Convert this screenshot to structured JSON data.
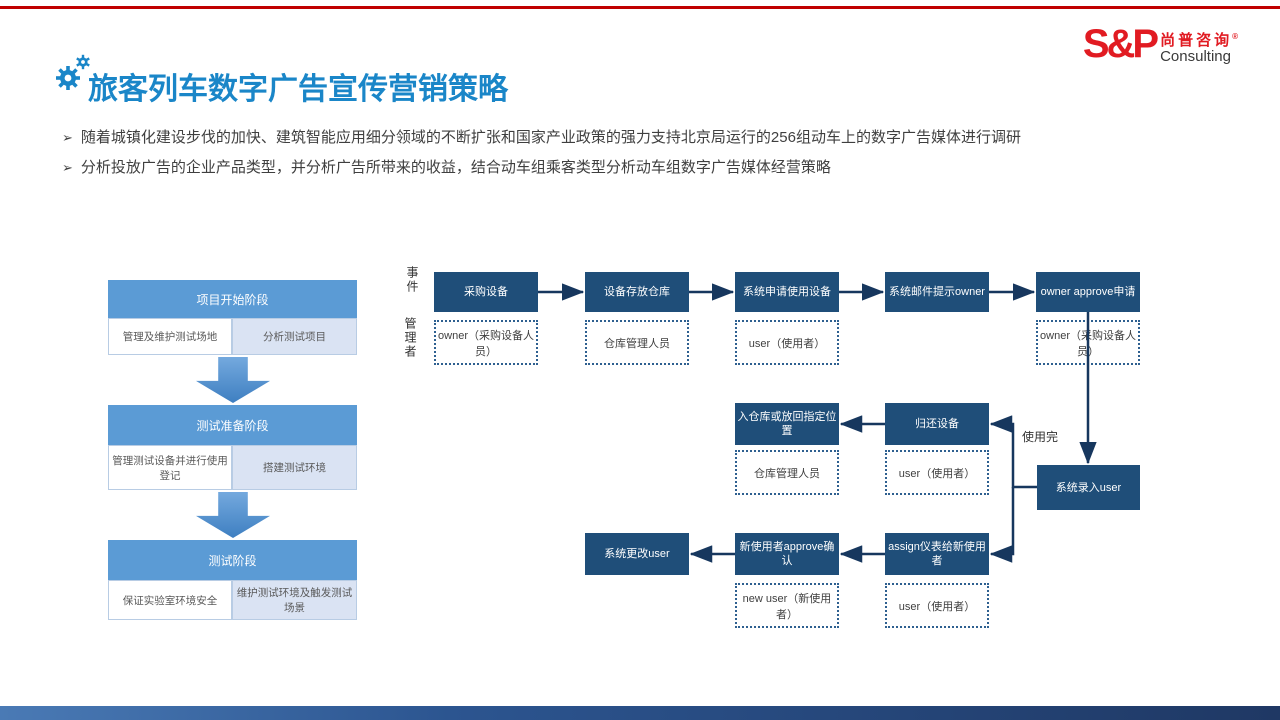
{
  "title": "旅客列车数字广告宣传营销策略",
  "bullet_marker": "➢",
  "bullets": [
    "随着城镇化建设步伐的加快、建筑智能应用细分领域的不断扩张和国家产业政策的强力支持北京局运行的256组动车上的数字广告媒体进行调研",
    "分析投放广告的企业产品类型，并分析广告所带来的收益，结合动车组乘客类型分析动车组数字广告媒体经营策略"
  ],
  "logo": {
    "sp": "S&P",
    "cn": "尚普咨询",
    "reg": "®",
    "en": "Consulting"
  },
  "left_flow": {
    "stages": [
      {
        "header": "项目开始阶段",
        "cells": [
          "管理及维护测试场地",
          "分析测试项目"
        ]
      },
      {
        "header": "测试准备阶段",
        "cells": [
          "管理测试设备并进行使用登记",
          "搭建测试环境"
        ]
      },
      {
        "header": "测试阶段",
        "cells": [
          "保证实验室环境安全",
          "维护测试环境及触发测试场景"
        ]
      }
    ]
  },
  "right_flow": {
    "row_labels": [
      "事件",
      "管理者"
    ],
    "top_row": [
      {
        "event": "采购设备",
        "manager": "owner（采购设备人员）"
      },
      {
        "event": "设备存放仓库",
        "manager": "仓库管理人员"
      },
      {
        "event": "系统申请使用设备",
        "manager": "user（使用者）"
      },
      {
        "event": "系统邮件提示owner",
        "manager": ""
      },
      {
        "event": "owner approve申请",
        "manager": "owner（采购设备人员）"
      }
    ],
    "mid_row": [
      {
        "event": "入仓库或放回指定位置",
        "manager": "仓库管理人员"
      },
      {
        "event": "归还设备",
        "manager": "user（使用者）"
      }
    ],
    "entry_box": "系统录入user",
    "edge_label": "使用完",
    "bottom_row": [
      {
        "event": "系统更改user",
        "manager": ""
      },
      {
        "event": "新使用者approve确认",
        "manager": "new user（新使用者）"
      },
      {
        "event": "assign仪表给新使用者",
        "manager": "user（使用者）"
      }
    ]
  },
  "colors": {
    "accent_blue": "#1a86c8",
    "stage_header_blue": "#5b9bd5",
    "light_cell_blue": "#dae3f3",
    "navy_box": "#1f4e79",
    "line_navy": "#17375e",
    "logo_red": "#e11b22",
    "top_bar_red": "#c00000",
    "bottom_bar_blue": "#1f3864"
  }
}
